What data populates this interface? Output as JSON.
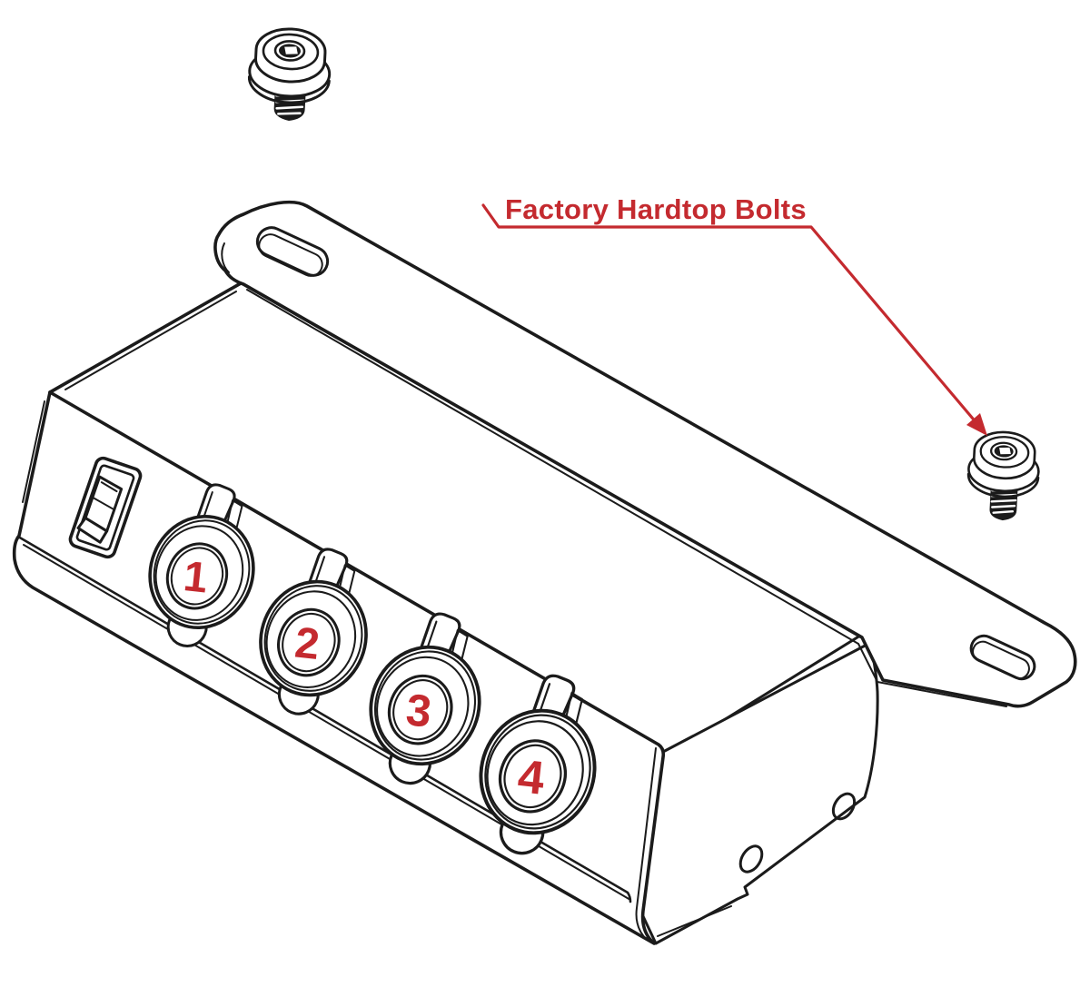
{
  "theme": {
    "ink": "#1b1b1b",
    "red": "#c42a2f",
    "background": "#ffffff"
  },
  "callout": {
    "label": "Factory Hardtop Bolts"
  },
  "diagram": {
    "sockets": [
      {
        "number": "1"
      },
      {
        "number": "2"
      },
      {
        "number": "3"
      },
      {
        "number": "4"
      }
    ]
  }
}
